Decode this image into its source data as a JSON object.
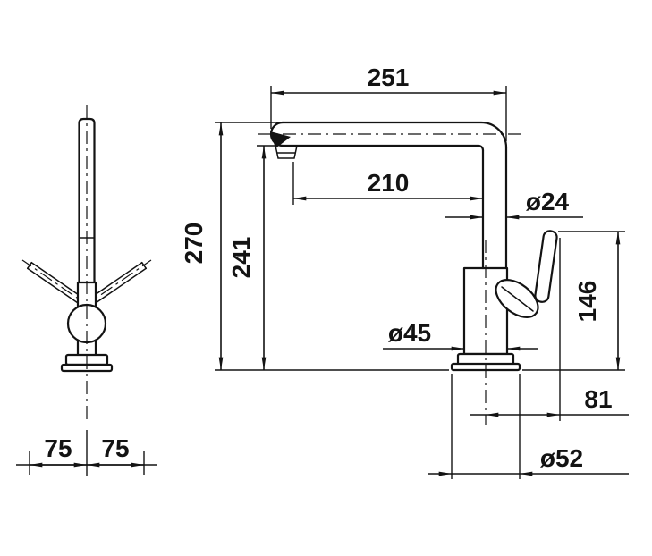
{
  "meta": {
    "line_color": "#131313",
    "background": "#ffffff"
  },
  "dims": {
    "spout_width": "251",
    "spout_reach": "210",
    "overall_height": "270",
    "underside_height": "241",
    "spout_diameter": "ø24",
    "handle_height": "146",
    "body_diameter": "ø45",
    "handle_reach": "81",
    "base_diameter": "ø52",
    "handle_swing_left": "75",
    "handle_swing_right": "75"
  }
}
